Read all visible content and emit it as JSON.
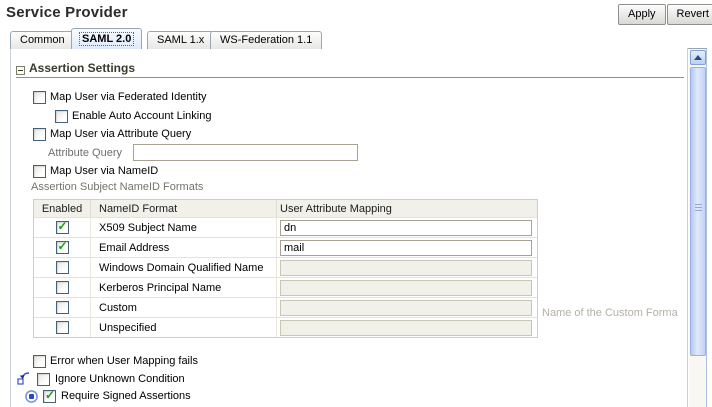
{
  "page": {
    "title": "Service Provider"
  },
  "toolbar": {
    "apply_label": "Apply",
    "revert_label": "Revert"
  },
  "tabs": [
    {
      "label": "Common",
      "selected": false
    },
    {
      "label": "SAML 2.0",
      "selected": true
    },
    {
      "label": "SAML 1.x",
      "selected": false
    },
    {
      "label": "WS-Federation 1.1",
      "selected": false
    }
  ],
  "section": {
    "title": "Assertion Settings",
    "collapse_icon": "minus-box-icon",
    "collapsed": false
  },
  "options": {
    "map_user_federated": {
      "label": "Map User via Federated Identity",
      "checked": false
    },
    "auto_account_linking": {
      "label": "Enable Auto Account Linking",
      "checked": false
    },
    "map_user_attribute_query": {
      "label": "Map User via Attribute Query",
      "checked": false
    },
    "attribute_query": {
      "label": "Attribute Query",
      "value": ""
    },
    "map_user_nameid": {
      "label": "Map User via NameID",
      "checked": false
    }
  },
  "nameid_table": {
    "caption": "Assertion Subject NameID Formats",
    "columns": [
      "Enabled",
      "NameID Format",
      "User Attribute Mapping"
    ],
    "rows": [
      {
        "enabled": true,
        "format": "X509 Subject Name",
        "mapping": "dn",
        "disabled": false
      },
      {
        "enabled": true,
        "format": "Email Address",
        "mapping": "mail",
        "disabled": false
      },
      {
        "enabled": false,
        "format": "Windows Domain Qualified Name",
        "mapping": "",
        "disabled": true
      },
      {
        "enabled": false,
        "format": "Kerberos Principal Name",
        "mapping": "",
        "disabled": true
      },
      {
        "enabled": false,
        "format": "Custom",
        "mapping": "",
        "disabled": true
      },
      {
        "enabled": false,
        "format": "Unspecified",
        "mapping": "",
        "disabled": true
      }
    ],
    "hint": "Name of the Custom Forma"
  },
  "footer_options": {
    "error_mapping": {
      "label": "Error when User Mapping fails",
      "checked": false
    },
    "ignore_unknown": {
      "label": "Ignore Unknown Condition",
      "checked": false,
      "icon": "changed-indicator-icon"
    },
    "require_signed": {
      "label": "Require Signed Assertions",
      "checked": true,
      "icon": "applied-indicator-icon"
    }
  },
  "scrollbar": {
    "up_icon": "chevron-up-icon"
  },
  "colors": {
    "accent_blue": "#3355cc",
    "check_green": "#16a016",
    "tab_border": "#98a6b4",
    "selected_tab_bg": "#dfeafa",
    "table_header_bg": "#f1f1ea",
    "disabled_input_bg": "#f1f1ea",
    "hint_gray": "#b4b0a7",
    "scroll_thumb": "#c4d3f3"
  }
}
